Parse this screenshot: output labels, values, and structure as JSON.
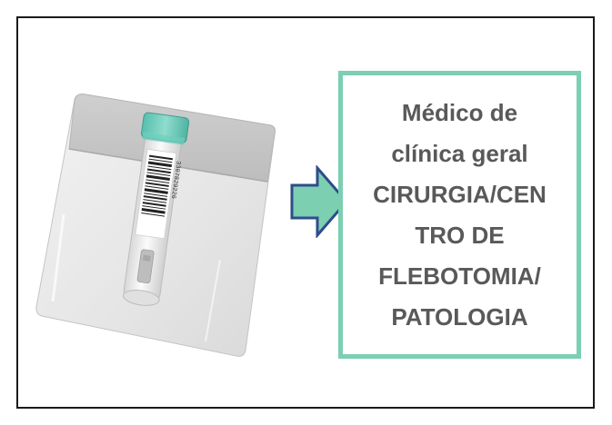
{
  "destination_label": {
    "lines": [
      "Médico de",
      "clínica geral",
      "CIRURGIA/CEN",
      "TRO DE",
      "FLEBOTOMIA/",
      "PATOLOGIA"
    ]
  },
  "barcode_text": "3307829226",
  "colors": {
    "accent_border": "#7ccfb1",
    "arrow_fill": "#7ccfb1",
    "arrow_stroke": "#2e4c8a",
    "label_text": "#595959",
    "tube_cap": "#6fcbbc"
  },
  "icons": {
    "specimen_bag": "specimen-bag-icon",
    "arrow": "right-arrow-icon"
  }
}
